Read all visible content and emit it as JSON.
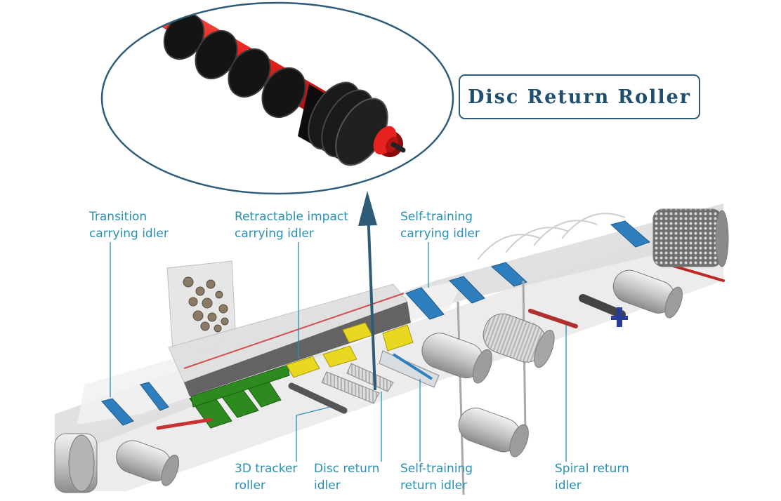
{
  "title": "Disc Return Roller",
  "labels": {
    "transition_carrying_idler": [
      "Transition",
      "carrying idler"
    ],
    "retractable_impact_carrying_idler": [
      "Retractable impact",
      "carrying idler"
    ],
    "self_training_carrying_idler": [
      "Self-training",
      "carrying idler"
    ],
    "tracker_roller_3d": [
      "3D tracker",
      "roller"
    ],
    "disc_return_idler": [
      "Disc return",
      "idler"
    ],
    "self_training_return_idler": [
      "Self-training",
      "return idler"
    ],
    "spiral_return_idler": [
      "Spiral return",
      "idler"
    ]
  },
  "colors": {
    "label": "#2a8fb5",
    "title": "#1f4f6e",
    "callout_line": "#2d5b78",
    "roller_red": "#e8231f",
    "disc_black": "#111111",
    "impact_green": "#2d8a1e",
    "frame_yellow": "#e8d820",
    "idler_blue": "#2f7fbf"
  },
  "icons": [
    "disc-return-roller-photo",
    "conveyor-illustration",
    "callout-arrow"
  ]
}
